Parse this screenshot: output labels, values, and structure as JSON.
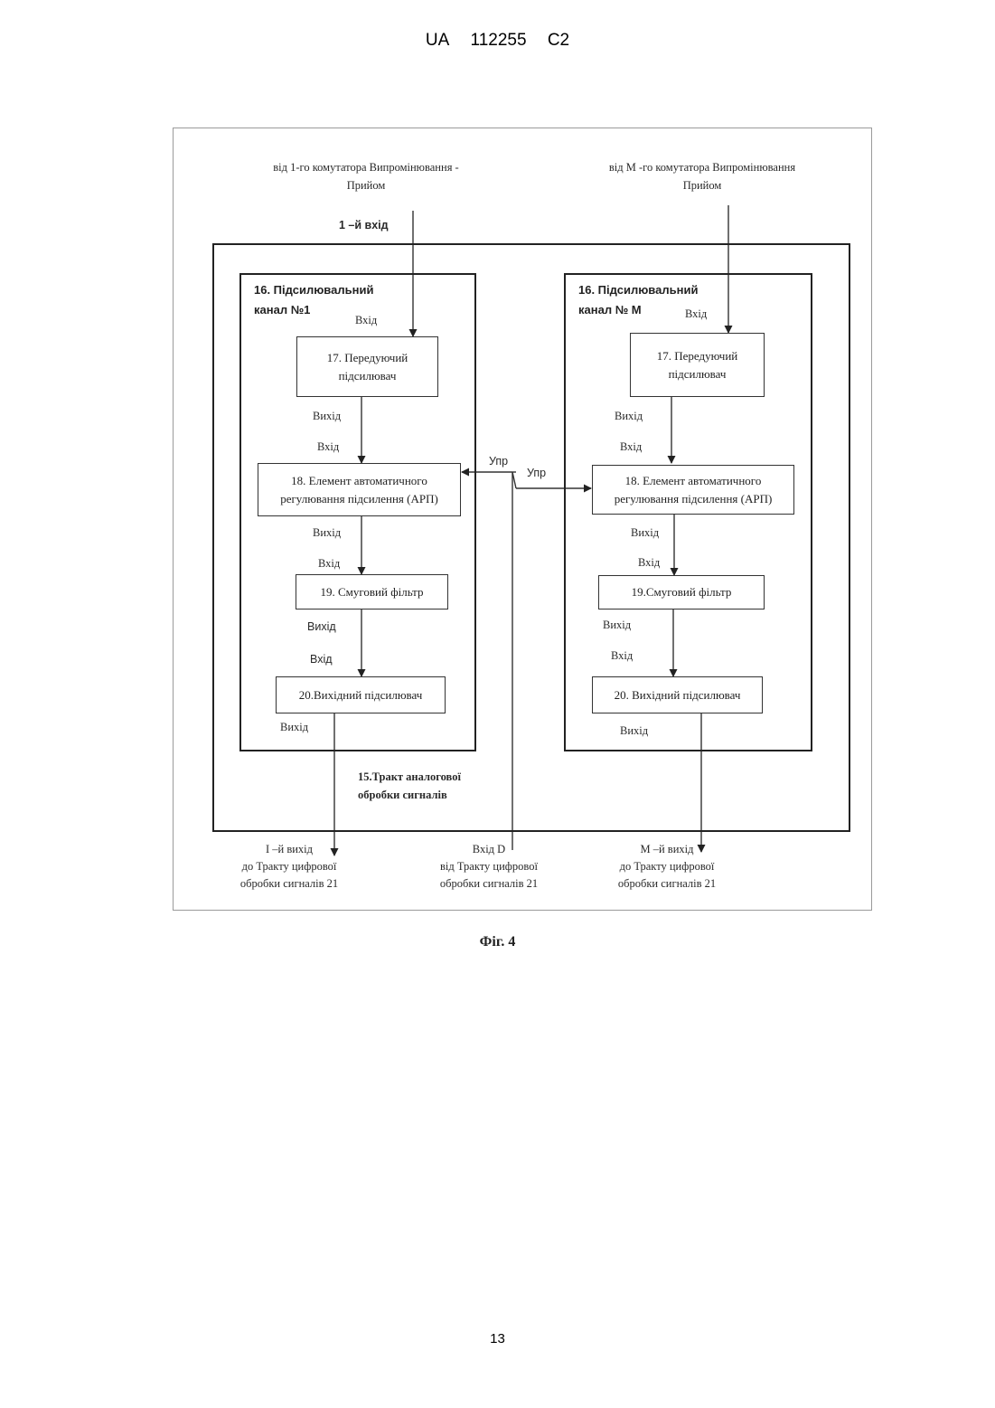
{
  "header": {
    "country": "UA",
    "number": "112255",
    "kind": "C2"
  },
  "page_number": "13",
  "figure_caption": "Фіг. 4",
  "inputs": {
    "source_1_line1": "від 1-го комутатора Випромінювання -",
    "source_1_line2": "Прийом",
    "source_1_port": "1 –й вхід",
    "source_m_line1": "від М -го комутатора Випромінювання",
    "source_m_line2": "Прийом"
  },
  "channel_1": {
    "title_line1": "16. Підсилювальний",
    "title_line2": "канал №1",
    "in_17": "Вхід",
    "block_17_line1": "17. Передуючий",
    "block_17_line2": "підсилювач",
    "out_17": "Вихід",
    "in_18": "Вхід",
    "block_18_line1": "18. Елемент автоматичного",
    "block_18_line2": "регулювання підсилення (АРП)",
    "out_18": "Вихід",
    "in_19": "Вхід",
    "block_19": "19. Смуговий фільтр",
    "out_19": "Вихід",
    "in_20": "Вхід",
    "block_20": "20.Вихідний підсилювач",
    "out_20": "Вихід"
  },
  "channel_m": {
    "title_line1": "16. Підсилювальний",
    "title_line2": "канал № М",
    "in_17": "Вхід",
    "block_17_line1": "17. Передуючий",
    "block_17_line2": "підсилювач",
    "out_17": "Вихід",
    "in_18": "Вхід",
    "block_18_line1": "18. Елемент автоматичного",
    "block_18_line2": "регулювання підсилення (АРП)",
    "out_18": "Вихід",
    "in_19": "Вхід",
    "block_19": "19.Смуговий фільтр",
    "out_19": "Вихід",
    "in_20": "Вхід",
    "block_20": "20. Вихідний підсилювач",
    "out_20": "Вихід"
  },
  "control": {
    "left": "Упр",
    "right": "Упр"
  },
  "path_label": {
    "line1": "15.Тракт аналогової",
    "line2": "обробки сигналів"
  },
  "outputs": {
    "out_1_line1": "І –й вихід",
    "out_1_line2": "до Тракту цифрової",
    "out_1_line3": "обробки сигналів 21",
    "in_d_line1": "Вхід D",
    "in_d_line2": "від Тракту цифрової",
    "in_d_line3": "обробки сигналів 21",
    "out_m_line1": "М –й вихід",
    "out_m_line2": "до Тракту цифрової",
    "out_m_line3": "обробки сигналів 21"
  }
}
